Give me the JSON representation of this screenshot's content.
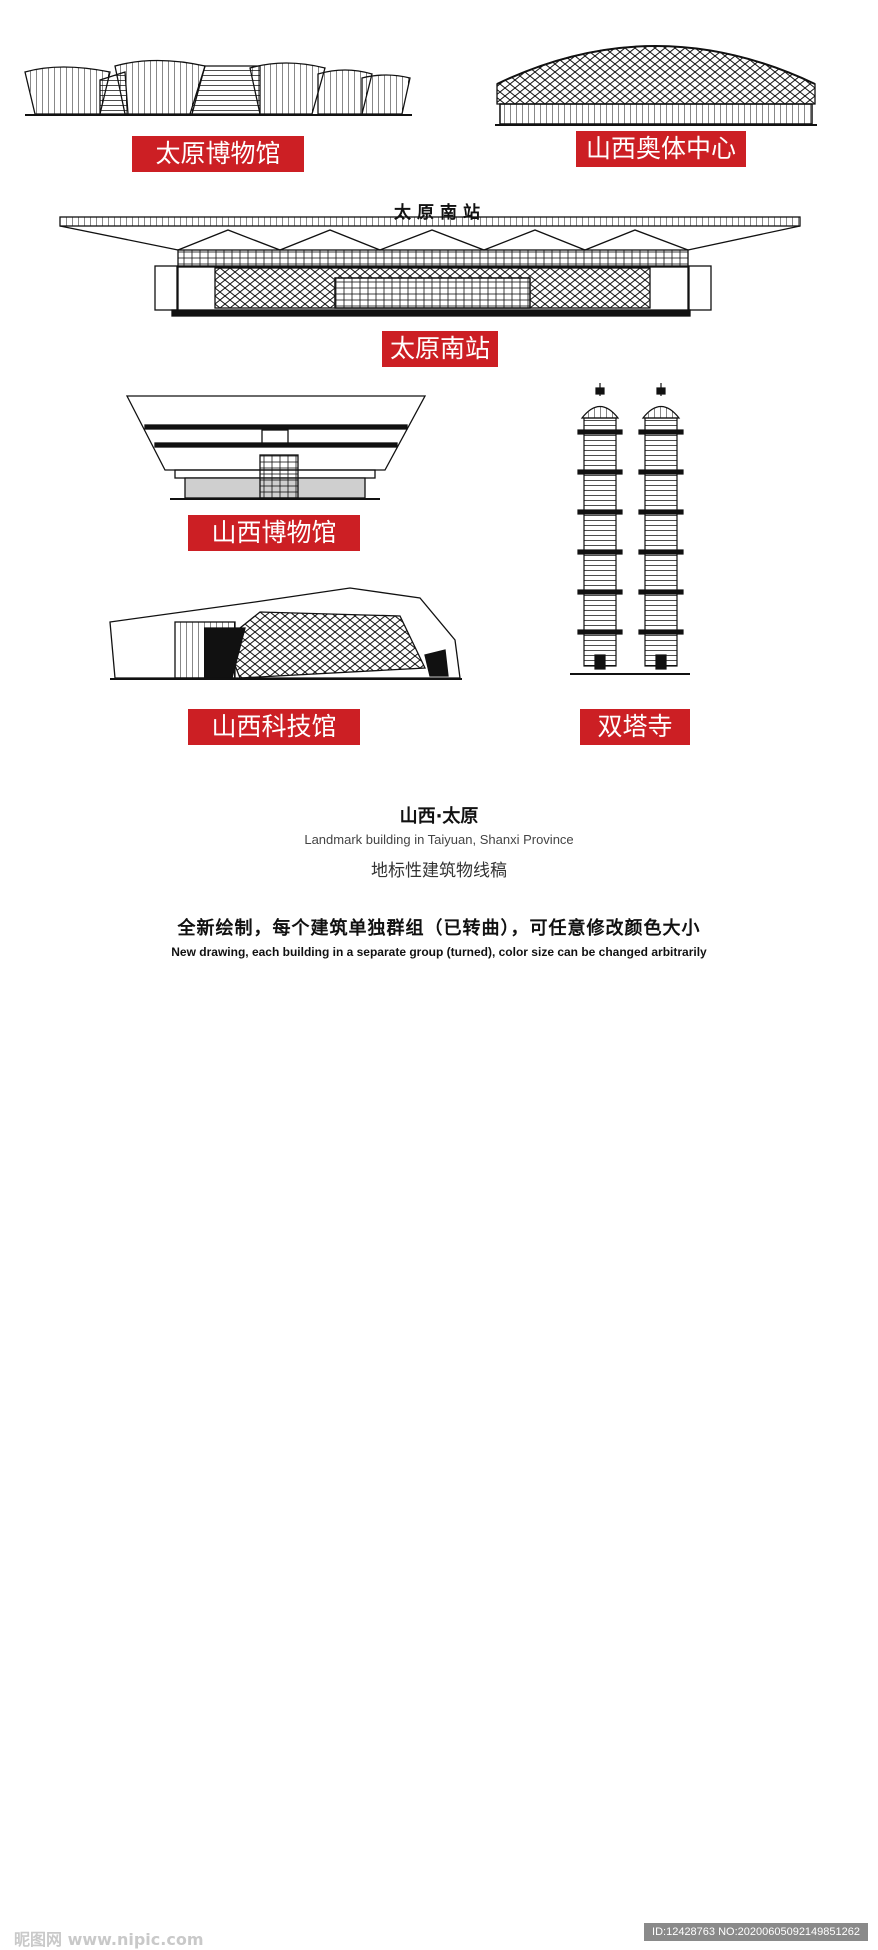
{
  "labels": {
    "taiyuan_museum": "太原博物馆",
    "sports_center": "山西奥体中心",
    "south_station": "太原南站",
    "shanxi_museum": "山西博物馆",
    "science_museum": "山西科技馆",
    "twin_pagodas": "双塔寺"
  },
  "station_sign": "太原南站",
  "caption": {
    "title": "山西·太原",
    "subtitle_en": "Landmark building in Taiyuan, Shanxi Province",
    "subtitle_cn": "地标性建筑物线稿"
  },
  "note": {
    "cn": "全新绘制，每个建筑单独群组（已转曲），可任意修改颜色大小",
    "en": "New drawing, each building in a separate group (turned), color size can be changed arbitrarily"
  },
  "watermark": {
    "site": "昵图网 www.nipic.com",
    "id": "ID:12428763 NO:20200605092149851262"
  },
  "colors": {
    "accent": "#cc1f24",
    "line": "#111111"
  }
}
